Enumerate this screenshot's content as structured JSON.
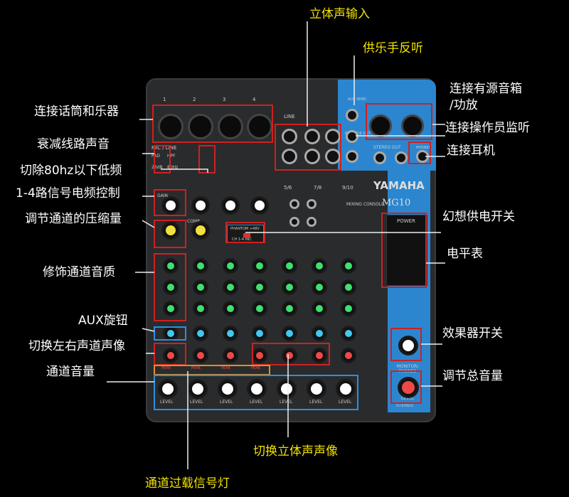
{
  "annotations_right": {
    "stereo_input": "立体声输入",
    "aux_send": "供乐手反听",
    "active_speaker_1": "连接有源音箱",
    "active_speaker_2": "/功放",
    "monitor": "连接操作员监听",
    "phones": "连接耳机",
    "phantom": "幻想供电开关",
    "meter": "电平表",
    "effects": "效果器开关",
    "master": "调节总音量"
  },
  "annotations_left": {
    "mic": "连接话筒和乐器",
    "pad": "衰减线路声音",
    "hpf": "切除80hz以下低频",
    "gain": "1-4路信号电频控制",
    "comp": "调节通道的压缩量",
    "eq": "修饰通道音质",
    "aux": "AUX旋钮",
    "pan": "切换左右声道声像",
    "level": "通道音量",
    "stereo_pan": "切换立体声声像",
    "peak": "通道过载信号灯"
  },
  "console": {
    "brand": "YAMAHA",
    "model": "MG10",
    "subtitle": "MIXING CONSOLE",
    "channels": [
      "1",
      "2",
      "3",
      "4"
    ],
    "stereo_channels": [
      "5/6",
      "7/8",
      "9/10"
    ],
    "mic_line": "MIC / LINE",
    "pad": "PAD",
    "pad_db": "26dB",
    "hpf": "HPF",
    "hpf_hz": "80Hz",
    "line": "LINE",
    "aux_send": "AUX SEND",
    "monitor_out": "MONITOR OUT",
    "stereo_out": "STEREO OUT",
    "phones": "PHONES",
    "phantom": "PHANTOM +48V",
    "phantom_sub": "CH 1-4 MIC",
    "peak": "PEAK",
    "level": "LEVEL",
    "monitor_phones": "MONITOR/ PHONES",
    "stereo": "STEREO",
    "gain": "GAIN",
    "comp": "COMP",
    "power": "POWER"
  }
}
